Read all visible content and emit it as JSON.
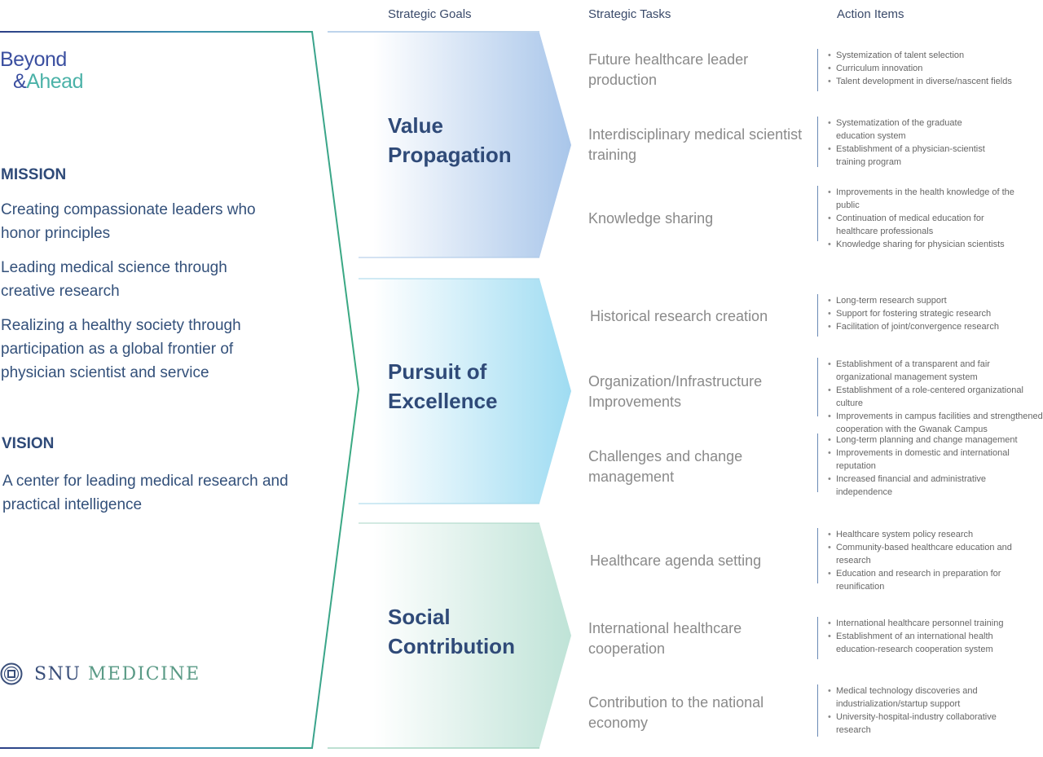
{
  "headers": {
    "goals": "Strategic Goals",
    "tasks": "Strategic Tasks",
    "items": "Action Items"
  },
  "logo": {
    "line1": "Beyond",
    "amp": "&",
    "line2": "Ahead"
  },
  "mission": {
    "title": "MISSION",
    "items": [
      "Creating compassionate leaders who honor principles",
      "Leading medical science through creative research",
      "Realizing a healthy society through participation as a global frontier of physician scientist and service"
    ]
  },
  "vision": {
    "title": "VISION",
    "text": "A center for leading medical research and practical intelligence"
  },
  "brand": {
    "name1": "SNU",
    "name2": "MEDICINE"
  },
  "goals": [
    {
      "name": "Value Propagation",
      "color": "#a9c6ea",
      "tasks": [
        {
          "name": "Future healthcare leader production",
          "items": [
            "Systemization of talent selection",
            "Curriculum innovation",
            "Talent development in diverse/nascent fields"
          ]
        },
        {
          "name": "Interdisciplinary medical scientist training",
          "items": [
            "Systematization of the graduate education system",
            "Establishment of a physician-scientist training program"
          ]
        },
        {
          "name": "Knowledge sharing",
          "items": [
            "Improvements in the health knowledge of the public",
            "Continuation of medical education for healthcare professionals",
            "Knowledge sharing for physician scientists"
          ]
        }
      ]
    },
    {
      "name": "Pursuit of Excellence",
      "color": "#9fdcf2",
      "tasks": [
        {
          "name": "Historical research creation",
          "items": [
            "Long-term research support",
            "Support for fostering strategic research",
            "Facilitation of joint/convergence research"
          ]
        },
        {
          "name": "Organization/Infrastructure Improvements",
          "items": [
            "Establishment of a transparent and fair organizational management system",
            "Establishment of a role-centered organizational culture",
            "Improvements in campus facilities and strengthened cooperation with the Gwanak Campus"
          ]
        },
        {
          "name": "Challenges and change management",
          "items": [
            "Long-term planning and change management",
            "Improvements in domestic and international reputation",
            "Increased financial and administrative independence"
          ]
        }
      ]
    },
    {
      "name": "Social Contribution",
      "color": "#bfe3d7",
      "tasks": [
        {
          "name": "Healthcare agenda setting",
          "items": [
            "Healthcare system policy research",
            "Community-based healthcare education and research",
            "Education and research in preparation for reunification"
          ]
        },
        {
          "name": "International healthcare cooperation",
          "items": [
            "International healthcare personnel training",
            "Establishment of an international health education-research cooperation system"
          ]
        },
        {
          "name": "Contribution to the national economy",
          "items": [
            "Medical technology discoveries and industrialization/startup support",
            "University-hospital-industry collaborative research"
          ]
        }
      ]
    }
  ]
}
